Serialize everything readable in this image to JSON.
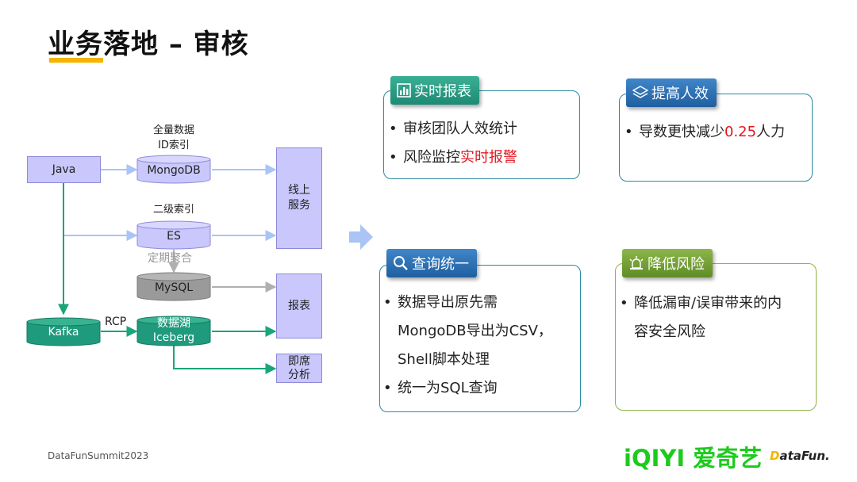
{
  "title": "业务落地 – 审核",
  "diagram": {
    "java": "Java",
    "label_full_data": "全量数据",
    "label_id_index": "ID索引",
    "mongodb": "MongoDB",
    "label_secondary_index": "二级索引",
    "es": "ES",
    "label_periodic_agg": "定期聚合",
    "mysql": "MySQL",
    "online_service": "线上\n服务",
    "report": "报表",
    "kafka": "Kafka",
    "rcp": "RCP",
    "datalake": "数据湖\nIceberg",
    "adhoc": "即席\n分析"
  },
  "cards": {
    "realtime_report": {
      "tag": "实时报表",
      "items": [
        "审核团队人效统计",
        "风险监控"
      ],
      "highlight": "实时报警"
    },
    "efficiency": {
      "tag": "提高人效",
      "item_prefix": "导数更快减少",
      "item_value": "0.25",
      "item_suffix": "人力"
    },
    "query": {
      "tag": "查询统一",
      "item1_line1": "数据导出原先需",
      "item1_line2": "MongoDB导出为CSV，",
      "item1_line3": "Shell脚本处理",
      "item2": "统一为SQL查询"
    },
    "risk": {
      "tag": "降低风险",
      "item_line1": "降低漏审/误审带来的内",
      "item_line2": "容安全风险"
    }
  },
  "footer": {
    "summit": "DataFunSummit2023",
    "iqiyi": "iQIYI 爱奇艺",
    "datafun_d": "D",
    "datafun_rest": "ataFun."
  },
  "colors": {
    "accent_yellow": "#f4b400",
    "node_purple": "#c9c7fb",
    "node_grey": "#9a9a9a",
    "node_green": "#1f9a7c",
    "arrow_blue": "#a9c4f5",
    "arrow_green": "#1aa57a",
    "highlight_red": "#e5151f",
    "iqiyi_green": "#1ccb1c"
  }
}
